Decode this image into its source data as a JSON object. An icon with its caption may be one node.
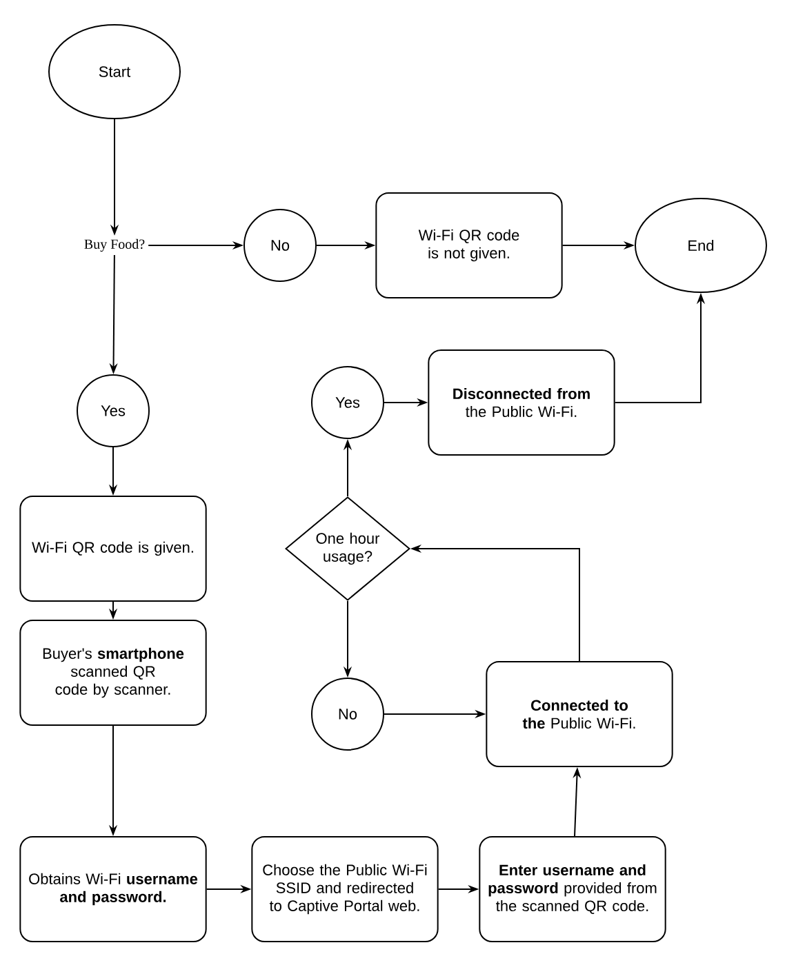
{
  "diagram": {
    "nodes": [
      {
        "text": [
          "Start"
        ]
      },
      {
        "text": [
          "Buy Food?"
        ]
      },
      {
        "text": [
          "No"
        ]
      },
      {
        "text": [
          "Wi-Fi QR code is not given."
        ]
      },
      {
        "text": [
          "End"
        ]
      },
      {
        "text": [
          "Yes"
        ]
      },
      {
        "text": [
          "Wi-Fi QR code is given."
        ]
      },
      {
        "text": [
          "Buyer's **smartphone** scanned QR code by scanner."
        ]
      },
      {
        "text": [
          "Obtains Wi-Fi **username and password.**"
        ]
      },
      {
        "text": [
          "Choose the Public Wi-Fi SSID and redirected to Captive Portal web."
        ]
      },
      {
        "text": [
          "**Enter username and password** provided from the scanned QR code."
        ]
      },
      {
        "text": [
          "**Connected to the** Public Wi-Fi."
        ]
      },
      {
        "text": [
          "No"
        ]
      },
      {
        "text": [
          "One hour usage?"
        ]
      },
      {
        "text": [
          "Yes"
        ]
      },
      {
        "text": [
          "**Disconnected from** the Public Wi-Fi."
        ]
      }
    ],
    "edges": [
      {
        "from": 0,
        "to": 1,
        "arrow": "to"
      },
      {
        "from": 1,
        "to": 2,
        "arrow": "to"
      },
      {
        "from": 2,
        "to": 3,
        "arrow": "to"
      },
      {
        "from": 3,
        "to": 4,
        "arrow": "to"
      },
      {
        "from": 1,
        "to": 5,
        "arrow": "to"
      },
      {
        "from": 5,
        "to": 6,
        "arrow": "to"
      },
      {
        "from": 6,
        "to": 7,
        "arrow": "to"
      },
      {
        "from": 7,
        "to": 8,
        "arrow": "to"
      },
      {
        "from": 8,
        "to": 9,
        "arrow": "to"
      },
      {
        "from": 9,
        "to": 10,
        "arrow": "to"
      },
      {
        "from": 10,
        "to": 11,
        "arrow": "to"
      },
      {
        "from": 11,
        "to": 13,
        "arrow": "to"
      },
      {
        "from": 13,
        "to": 12,
        "arrow": "to"
      },
      {
        "from": 13,
        "to": 14,
        "arrow": "to"
      },
      {
        "from": 14,
        "to": 15,
        "arrow": "to"
      },
      {
        "from": 15,
        "to": 4,
        "arrow": "to"
      },
      {
        "from": 12,
        "to": 11,
        "arrow": "to"
      }
    ]
  }
}
